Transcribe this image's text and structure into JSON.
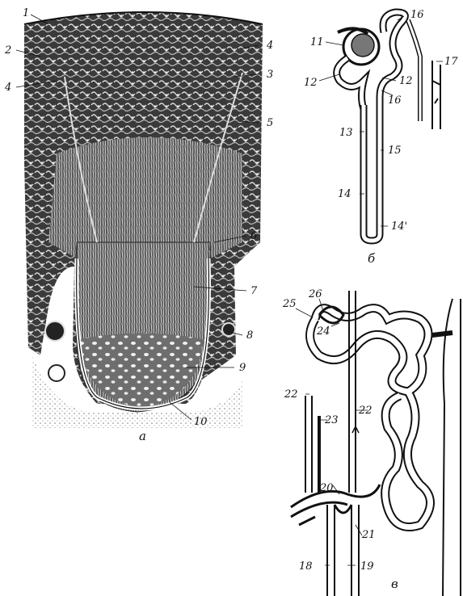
{
  "panels": {
    "a": {
      "caption": "а"
    },
    "b": {
      "caption": "б"
    },
    "c": {
      "caption": "в"
    }
  },
  "labels": {
    "l1": "1",
    "l2": "2",
    "l3": "3",
    "l4a": "4",
    "l4b": "4",
    "l5": "5",
    "l6": "6",
    "l7": "7",
    "l8": "8",
    "l9": "9",
    "l10": "10",
    "l11": "11",
    "l12a": "12",
    "l12b": "12",
    "l13": "13",
    "l14": "14",
    "l14p": "14'",
    "l15": "15",
    "l16a": "16",
    "l16b": "16",
    "l17": "17",
    "l18": "18",
    "l19": "19",
    "l20": "20",
    "l21": "21",
    "l22a": "22",
    "l22b": "22",
    "l23": "23",
    "l24": "24",
    "l25": "25",
    "l26": "26"
  }
}
